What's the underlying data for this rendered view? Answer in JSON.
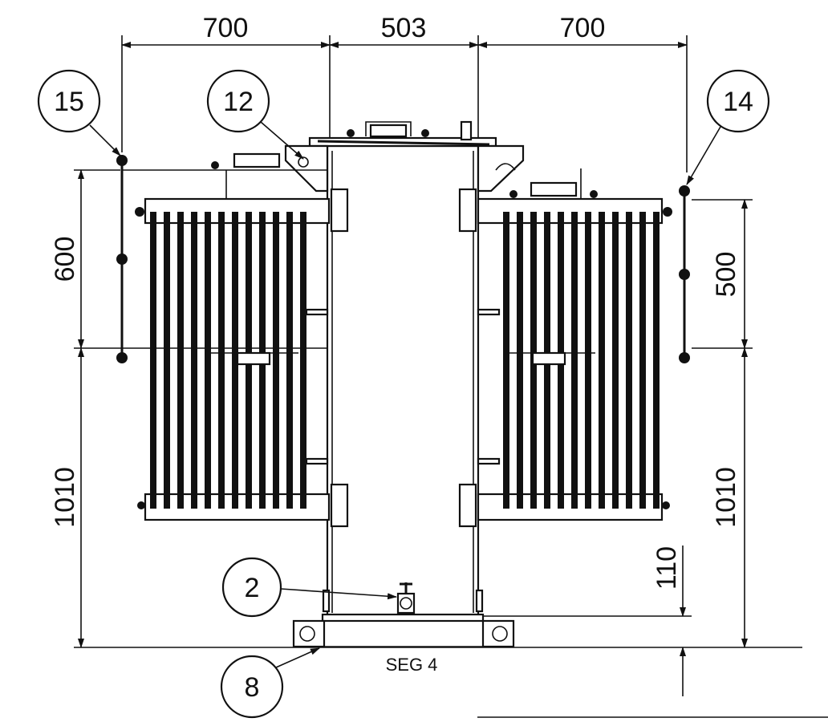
{
  "dimensions": {
    "top_left": "700",
    "top_center": "503",
    "top_right": "700",
    "left_upper": "600",
    "left_lower": "1010",
    "right_upper": "500",
    "right_lower": "1010",
    "right_base": "110"
  },
  "callouts": {
    "c15": "15",
    "c12": "12",
    "c14": "14",
    "c2": "2",
    "c8": "8"
  },
  "caption": "SEG 4",
  "colors": {
    "line": "#111111",
    "background": "#ffffff"
  }
}
